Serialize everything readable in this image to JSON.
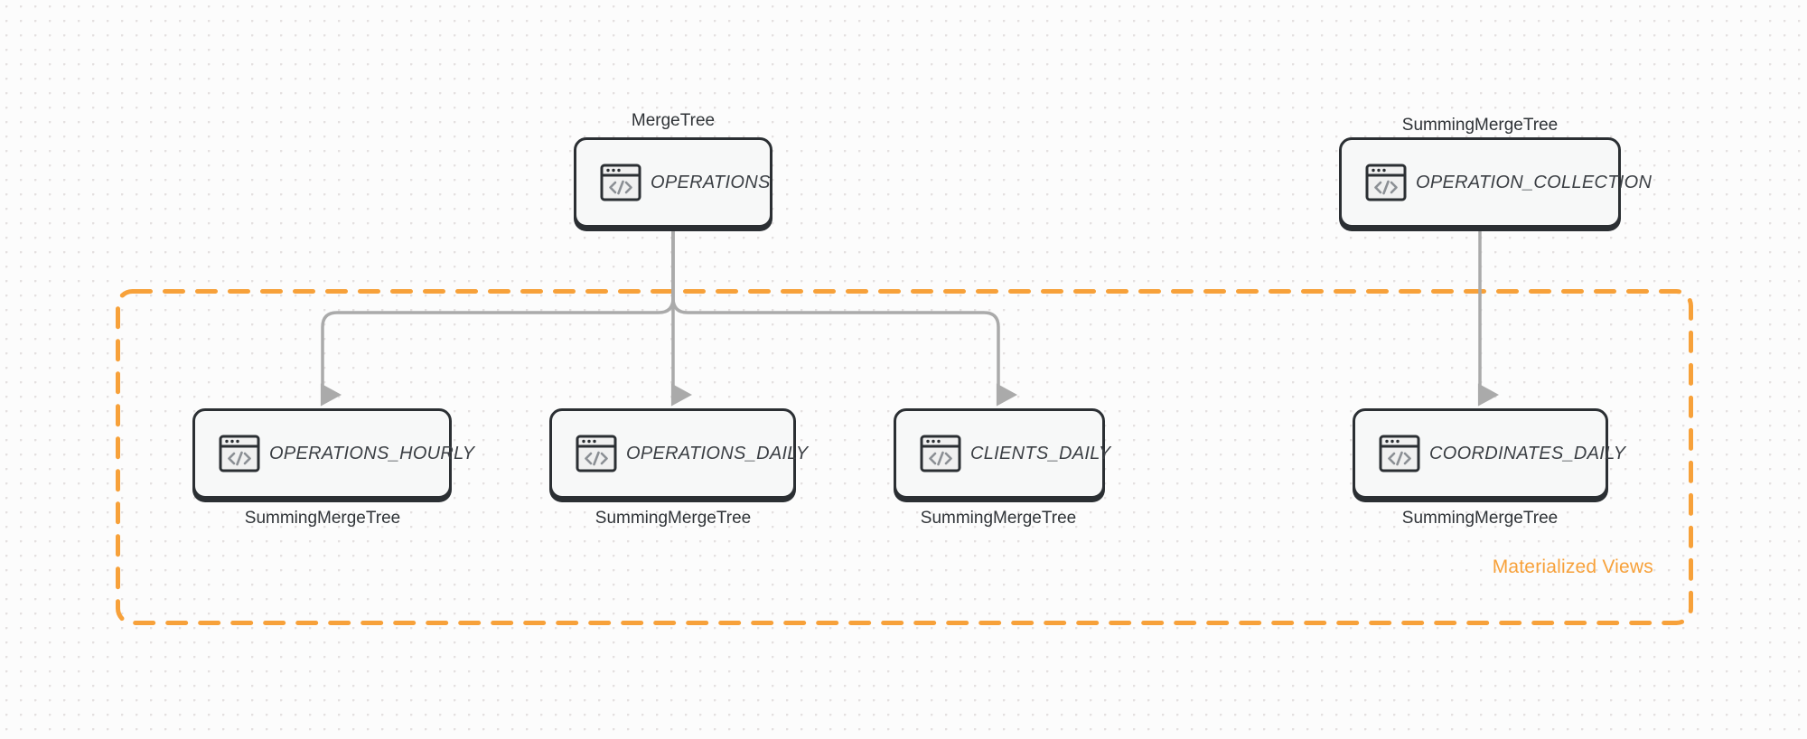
{
  "diagram": {
    "title": "ClickHouse table and materialized view lineage",
    "background": "#fcfcfc",
    "dot_grid_color": "#e4e0e0"
  },
  "colors": {
    "node_border": "#2b2f33",
    "node_fill": "#f7f8f8",
    "edge": "#aaaaaa",
    "accent_orange": "#f7a13a",
    "text": "#2f3337"
  },
  "group": {
    "label": "Materialized Views",
    "style": "dashed",
    "color": "#f7a13a"
  },
  "nodes": [
    {
      "id": "operations",
      "label": "OPERATIONS",
      "engine": "MergeTree",
      "engine_position": "above",
      "icon": "code-window-icon"
    },
    {
      "id": "operation_collection",
      "label": "OPERATION_COLLECTION",
      "engine": "SummingMergeTree",
      "engine_position": "above",
      "icon": "code-window-icon"
    },
    {
      "id": "operations_hourly",
      "label": "OPERATIONS_HOURLY",
      "engine": "SummingMergeTree",
      "engine_position": "below",
      "icon": "code-window-icon"
    },
    {
      "id": "operations_daily",
      "label": "OPERATIONS_DAILY",
      "engine": "SummingMergeTree",
      "engine_position": "below",
      "icon": "code-window-icon"
    },
    {
      "id": "clients_daily",
      "label": "CLIENTS_DAILY",
      "engine": "SummingMergeTree",
      "engine_position": "below",
      "icon": "code-window-icon"
    },
    {
      "id": "coordinates_daily",
      "label": "COORDINATES_DAILY",
      "engine": "SummingMergeTree",
      "engine_position": "below",
      "icon": "code-window-icon"
    }
  ],
  "edges": [
    {
      "from": "operations",
      "to": "operations_hourly"
    },
    {
      "from": "operations",
      "to": "operations_daily"
    },
    {
      "from": "operations",
      "to": "clients_daily"
    },
    {
      "from": "operation_collection",
      "to": "coordinates_daily"
    }
  ]
}
